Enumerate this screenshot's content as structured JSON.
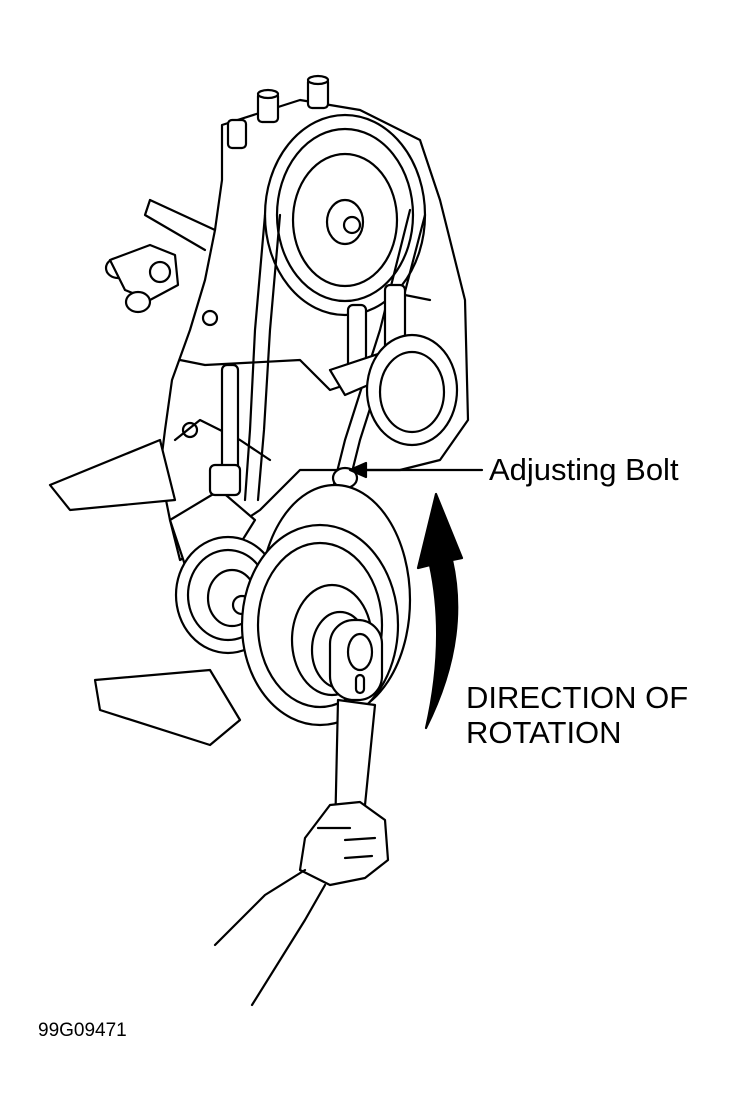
{
  "labels": {
    "adjusting_bolt": "Adjusting Bolt",
    "rotation_line1": "DIRECTION OF",
    "rotation_line2": "ROTATION",
    "figure_id": "99G09471"
  },
  "colors": {
    "ink": "#000000",
    "paper": "#ffffff"
  }
}
